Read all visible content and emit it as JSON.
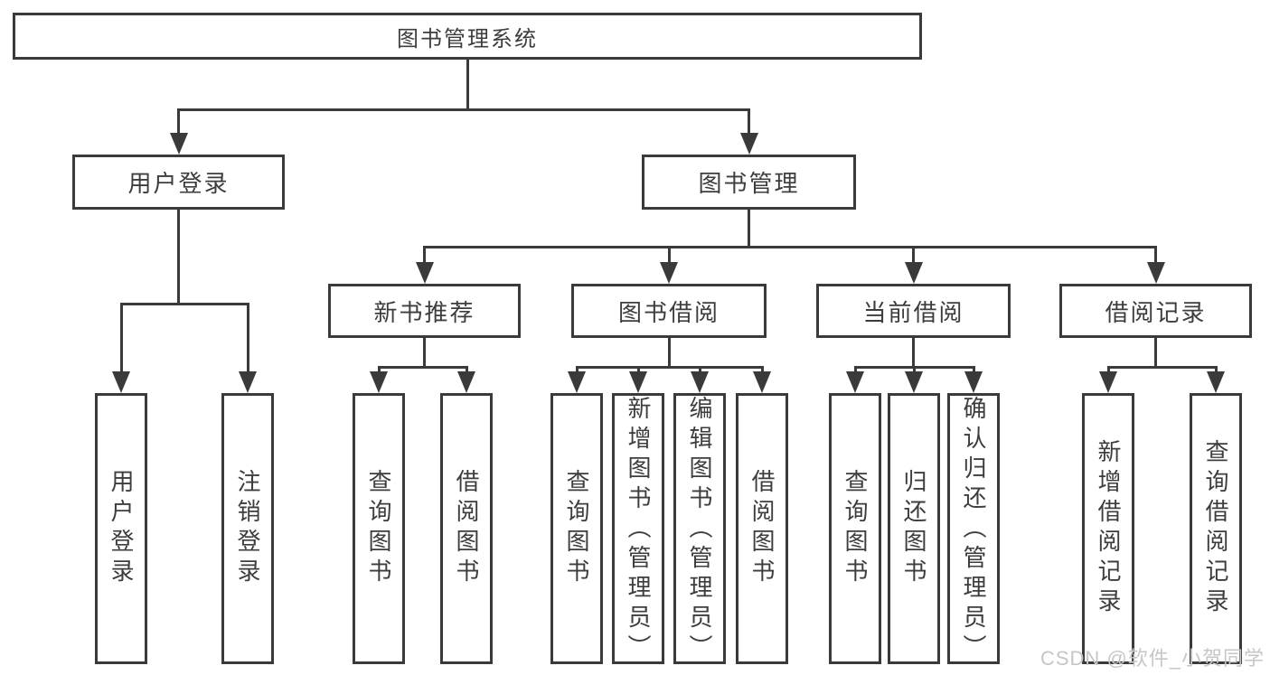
{
  "diagram": {
    "type": "tree",
    "root_label": "图书管理系统",
    "nodes": [
      {
        "id": "root",
        "label": "图书管理系统",
        "parent": null,
        "orientation": "horizontal"
      },
      {
        "id": "user-login",
        "label": "用户登录",
        "parent": "root",
        "orientation": "horizontal"
      },
      {
        "id": "book-mgmt",
        "label": "图书管理",
        "parent": "root",
        "orientation": "horizontal"
      },
      {
        "id": "new-book-rec",
        "label": "新书推荐",
        "parent": "book-mgmt",
        "orientation": "horizontal"
      },
      {
        "id": "book-borrow",
        "label": "图书借阅",
        "parent": "book-mgmt",
        "orientation": "horizontal"
      },
      {
        "id": "current-borrow",
        "label": "当前借阅",
        "parent": "book-mgmt",
        "orientation": "horizontal"
      },
      {
        "id": "borrow-records",
        "label": "借阅记录",
        "parent": "book-mgmt",
        "orientation": "horizontal"
      },
      {
        "id": "leaf-user-login",
        "label": "用户登录",
        "parent": "user-login",
        "orientation": "vertical"
      },
      {
        "id": "leaf-logout",
        "label": "注销登录",
        "parent": "user-login",
        "orientation": "vertical"
      },
      {
        "id": "leaf-query-book-1",
        "label": "查询图书",
        "parent": "new-book-rec",
        "orientation": "vertical"
      },
      {
        "id": "leaf-borrow-book-1",
        "label": "借阅图书",
        "parent": "new-book-rec",
        "orientation": "vertical"
      },
      {
        "id": "leaf-query-book-2",
        "label": "查询图书",
        "parent": "book-borrow",
        "orientation": "vertical"
      },
      {
        "id": "leaf-add-book",
        "label": "新增图书（管理员）",
        "parent": "book-borrow",
        "orientation": "vertical"
      },
      {
        "id": "leaf-edit-book",
        "label": "编辑图书（管理员）",
        "parent": "book-borrow",
        "orientation": "vertical"
      },
      {
        "id": "leaf-borrow-book-2",
        "label": "借阅图书",
        "parent": "book-borrow",
        "orientation": "vertical"
      },
      {
        "id": "leaf-query-book-3",
        "label": "查询图书",
        "parent": "current-borrow",
        "orientation": "vertical"
      },
      {
        "id": "leaf-return-book",
        "label": "归还图书",
        "parent": "current-borrow",
        "orientation": "vertical"
      },
      {
        "id": "leaf-confirm-return",
        "label": "确认归还（管理员）",
        "parent": "current-borrow",
        "orientation": "vertical"
      },
      {
        "id": "leaf-add-record",
        "label": "新增借阅记录",
        "parent": "borrow-records",
        "orientation": "vertical"
      },
      {
        "id": "leaf-query-record",
        "label": "查询借阅记录",
        "parent": "borrow-records",
        "orientation": "vertical"
      }
    ],
    "colors": {
      "line": "#3a3a3a",
      "text": "#3d3d3d",
      "background": "#ffffff",
      "watermark": "#c6c6c6"
    }
  },
  "watermark": {
    "text": "CSDN @软件_小贺同学"
  }
}
